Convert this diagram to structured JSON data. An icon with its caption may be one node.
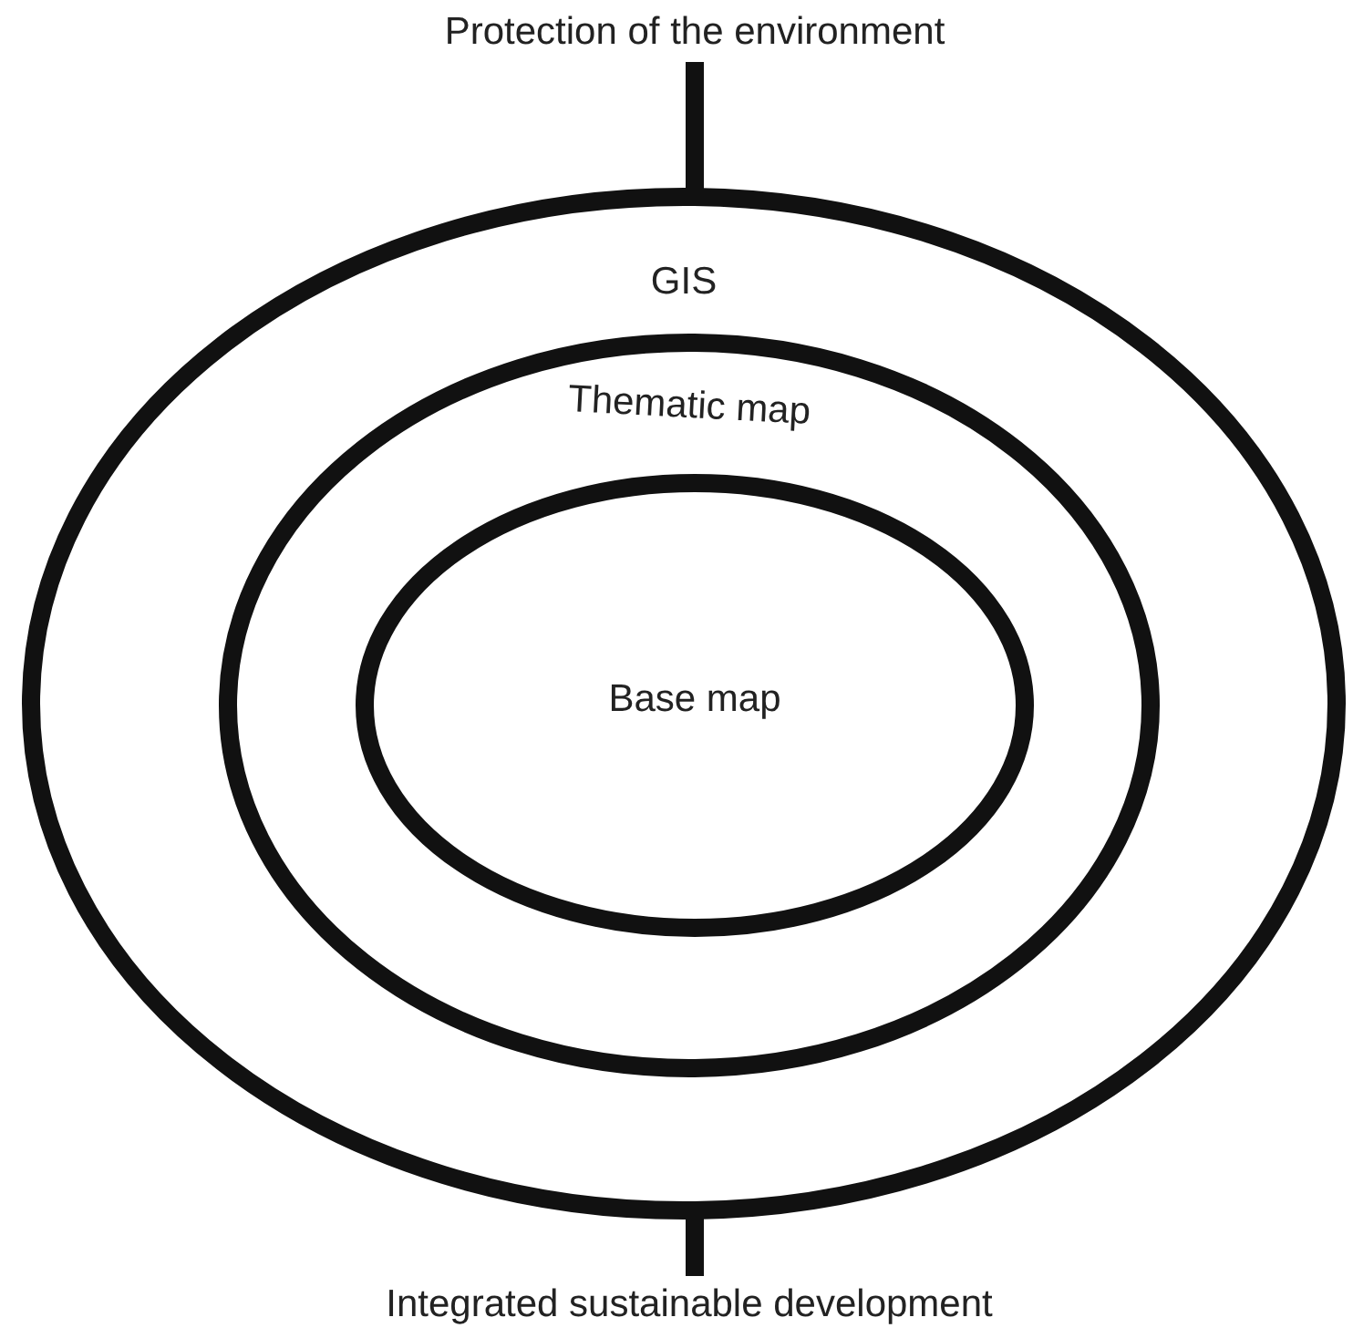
{
  "diagram": {
    "nodes": [
      {
        "text": [
          "Protection of the environment"
        ]
      },
      {
        "text": [
          "GIS"
        ]
      },
      {
        "text": [
          "Thematic map"
        ],
        "in": 1
      },
      {
        "text": [
          "Base map"
        ],
        "in": 2
      },
      {
        "text": [
          "Integrated sustainable development"
        ]
      }
    ],
    "edges": [
      {
        "from": 0,
        "to": 1,
        "arrow": "none"
      },
      {
        "from": 1,
        "to": 4,
        "arrow": "none"
      }
    ]
  }
}
